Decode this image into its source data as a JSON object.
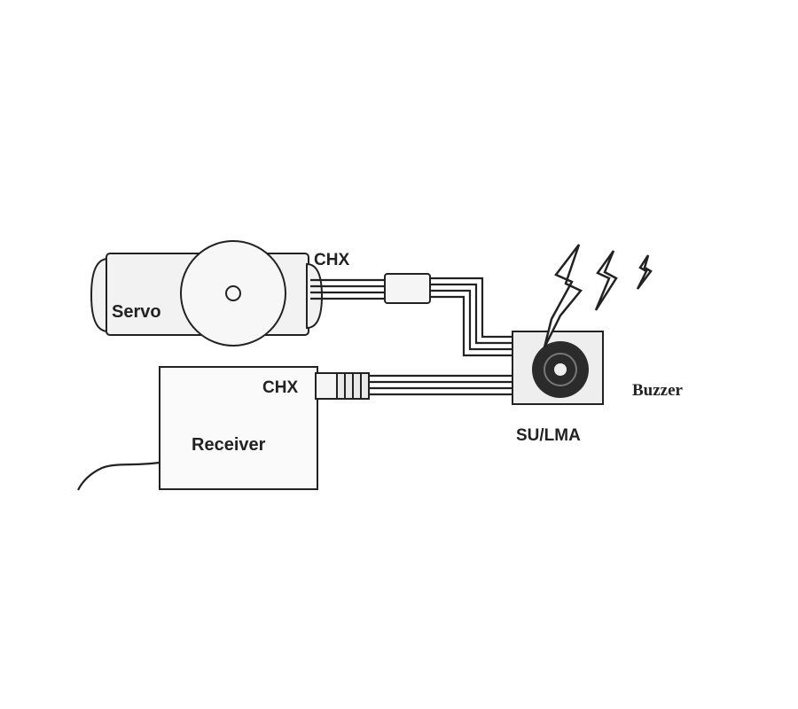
{
  "labels": {
    "servo": "Servo",
    "servo_channel": "CHX",
    "receiver": "Receiver",
    "receiver_channel": "CHX",
    "module": "SU/LMA",
    "buzzer": "Buzzer"
  },
  "colors": {
    "line": "#222222",
    "fill_light": "#f2f2f2",
    "module_fill": "#eeeeee",
    "buzzer_disc": "#2b2b2b"
  },
  "icons": {
    "sound": "lightning-bolt-icon"
  }
}
